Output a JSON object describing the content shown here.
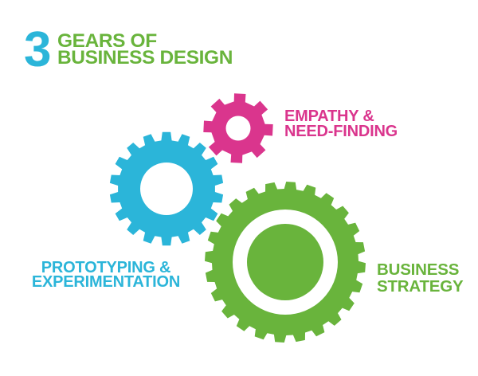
{
  "header": {
    "number": "3",
    "title_line1": "GEARS OF",
    "title_line2": "BUSINESS DESIGN"
  },
  "labels": {
    "empathy": {
      "line1": "EMPATHY &",
      "line2": "NEED-FINDING"
    },
    "prototyping": {
      "line1": "PROTOTYPING &",
      "line2": "EXPERIMENTATION"
    },
    "strategy": {
      "line1": "BUSINESS",
      "line2": "STRATEGY"
    }
  },
  "colors": {
    "cyan": "#2BB5D9",
    "pink": "#DA358D",
    "green": "#69B43C",
    "background": "#FFFFFF"
  }
}
